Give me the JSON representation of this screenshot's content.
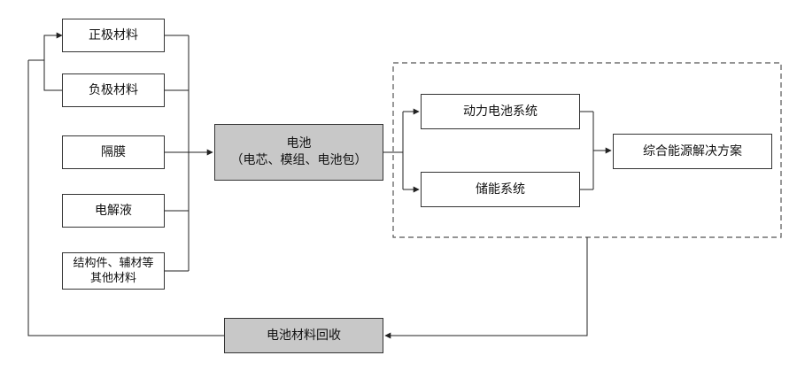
{
  "diagram": {
    "materials": {
      "cathode": "正极材料",
      "anode": "负极材料",
      "separator": "隔膜",
      "electrolyte": "电解液",
      "others_line1": "结构件、辅材等",
      "others_line2": "其他材料"
    },
    "battery": {
      "title": "电池",
      "subtitle": "（电芯、模组、电池包）"
    },
    "applications": {
      "power": "动力电池系统",
      "storage": "储能系统"
    },
    "solution": "综合能源解决方案",
    "recycling": "电池材料回收"
  },
  "colors": {
    "line": "#222222",
    "box_border": "#333333",
    "gray_fill": "#c8c8c8"
  }
}
